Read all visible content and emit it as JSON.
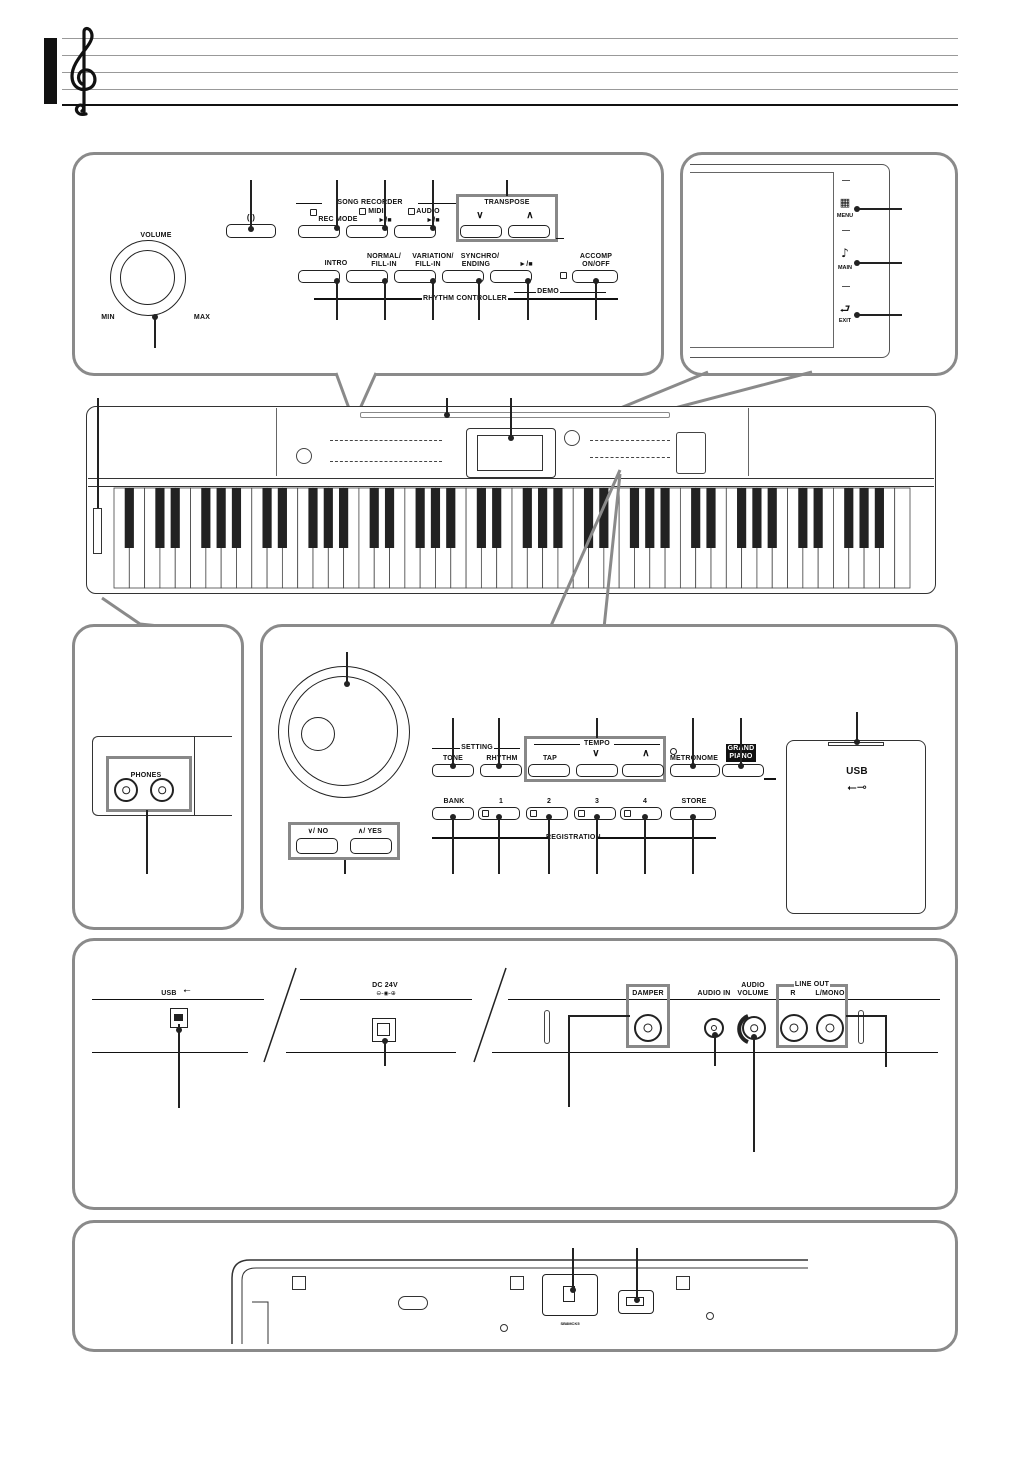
{
  "header": {
    "clef_icon": "treble-clef-icon"
  },
  "top_panel": {
    "volume_label": "VOLUME",
    "min_label": "MIN",
    "max_label": "MAX",
    "song_recorder_label": "SONG RECORDER",
    "rec_mode_label": "REC MODE",
    "midi_label": "MIDI",
    "audio_label": "AUDIO",
    "play_stop_glyph": "►/■",
    "transpose_label": "TRANSPOSE",
    "transpose_down": "∨",
    "transpose_up": "∧",
    "intro_label": "INTRO",
    "normal_fill_label_1": "NORMAL/",
    "normal_fill_label_2": "FILL-IN",
    "variation_fill_label_1": "VARIATION/",
    "variation_fill_label_2": "FILL-IN",
    "synchro_label_1": "SYNCHRO/",
    "synchro_label_2": "ENDING",
    "start_stop_glyph": "►/■",
    "accomp_label_1": "ACCOMP",
    "accomp_label_2": "ON/OFF",
    "demo_label": "DEMO",
    "rhythm_controller_label": "RHYTHM CONTROLLER"
  },
  "display_panel": {
    "menu_label": "MENU",
    "main_label": "MAIN",
    "exit_label": "EXIT"
  },
  "phones_panel": {
    "phones_label": "PHONES"
  },
  "right_panel": {
    "setting_label": "SETTING",
    "tone_label": "TONE",
    "rhythm_label": "RHYTHM",
    "tempo_label": "TEMPO",
    "tap_label": "TAP",
    "tempo_down": "∨",
    "tempo_up": "∧",
    "metronome_label": "METRONOME",
    "grand_label_1": "GRAND",
    "grand_label_2": "PIANO",
    "no_label": "∨/ NO",
    "yes_label": "∧/ YES",
    "bank_label": "BANK",
    "reg_1": "1",
    "reg_2": "2",
    "reg_3": "3",
    "reg_4": "4",
    "store_label": "STORE",
    "registration_label": "REGISTRATION",
    "usb_label": "USB",
    "usb_glyph": "⭠"
  },
  "rear_panel": {
    "usb_label": "USB",
    "dc_label": "DC 24V",
    "damper_label": "DAMPER",
    "audio_in_label": "AUDIO IN",
    "audio_volume_label_1": "AUDIO",
    "audio_volume_label_2": "VOLUME",
    "line_out_label": "LINE OUT",
    "r_label": "R",
    "lmono_label": "L/MONO"
  },
  "bottom_panel": {
    "small_label": "SB8MCK5"
  }
}
